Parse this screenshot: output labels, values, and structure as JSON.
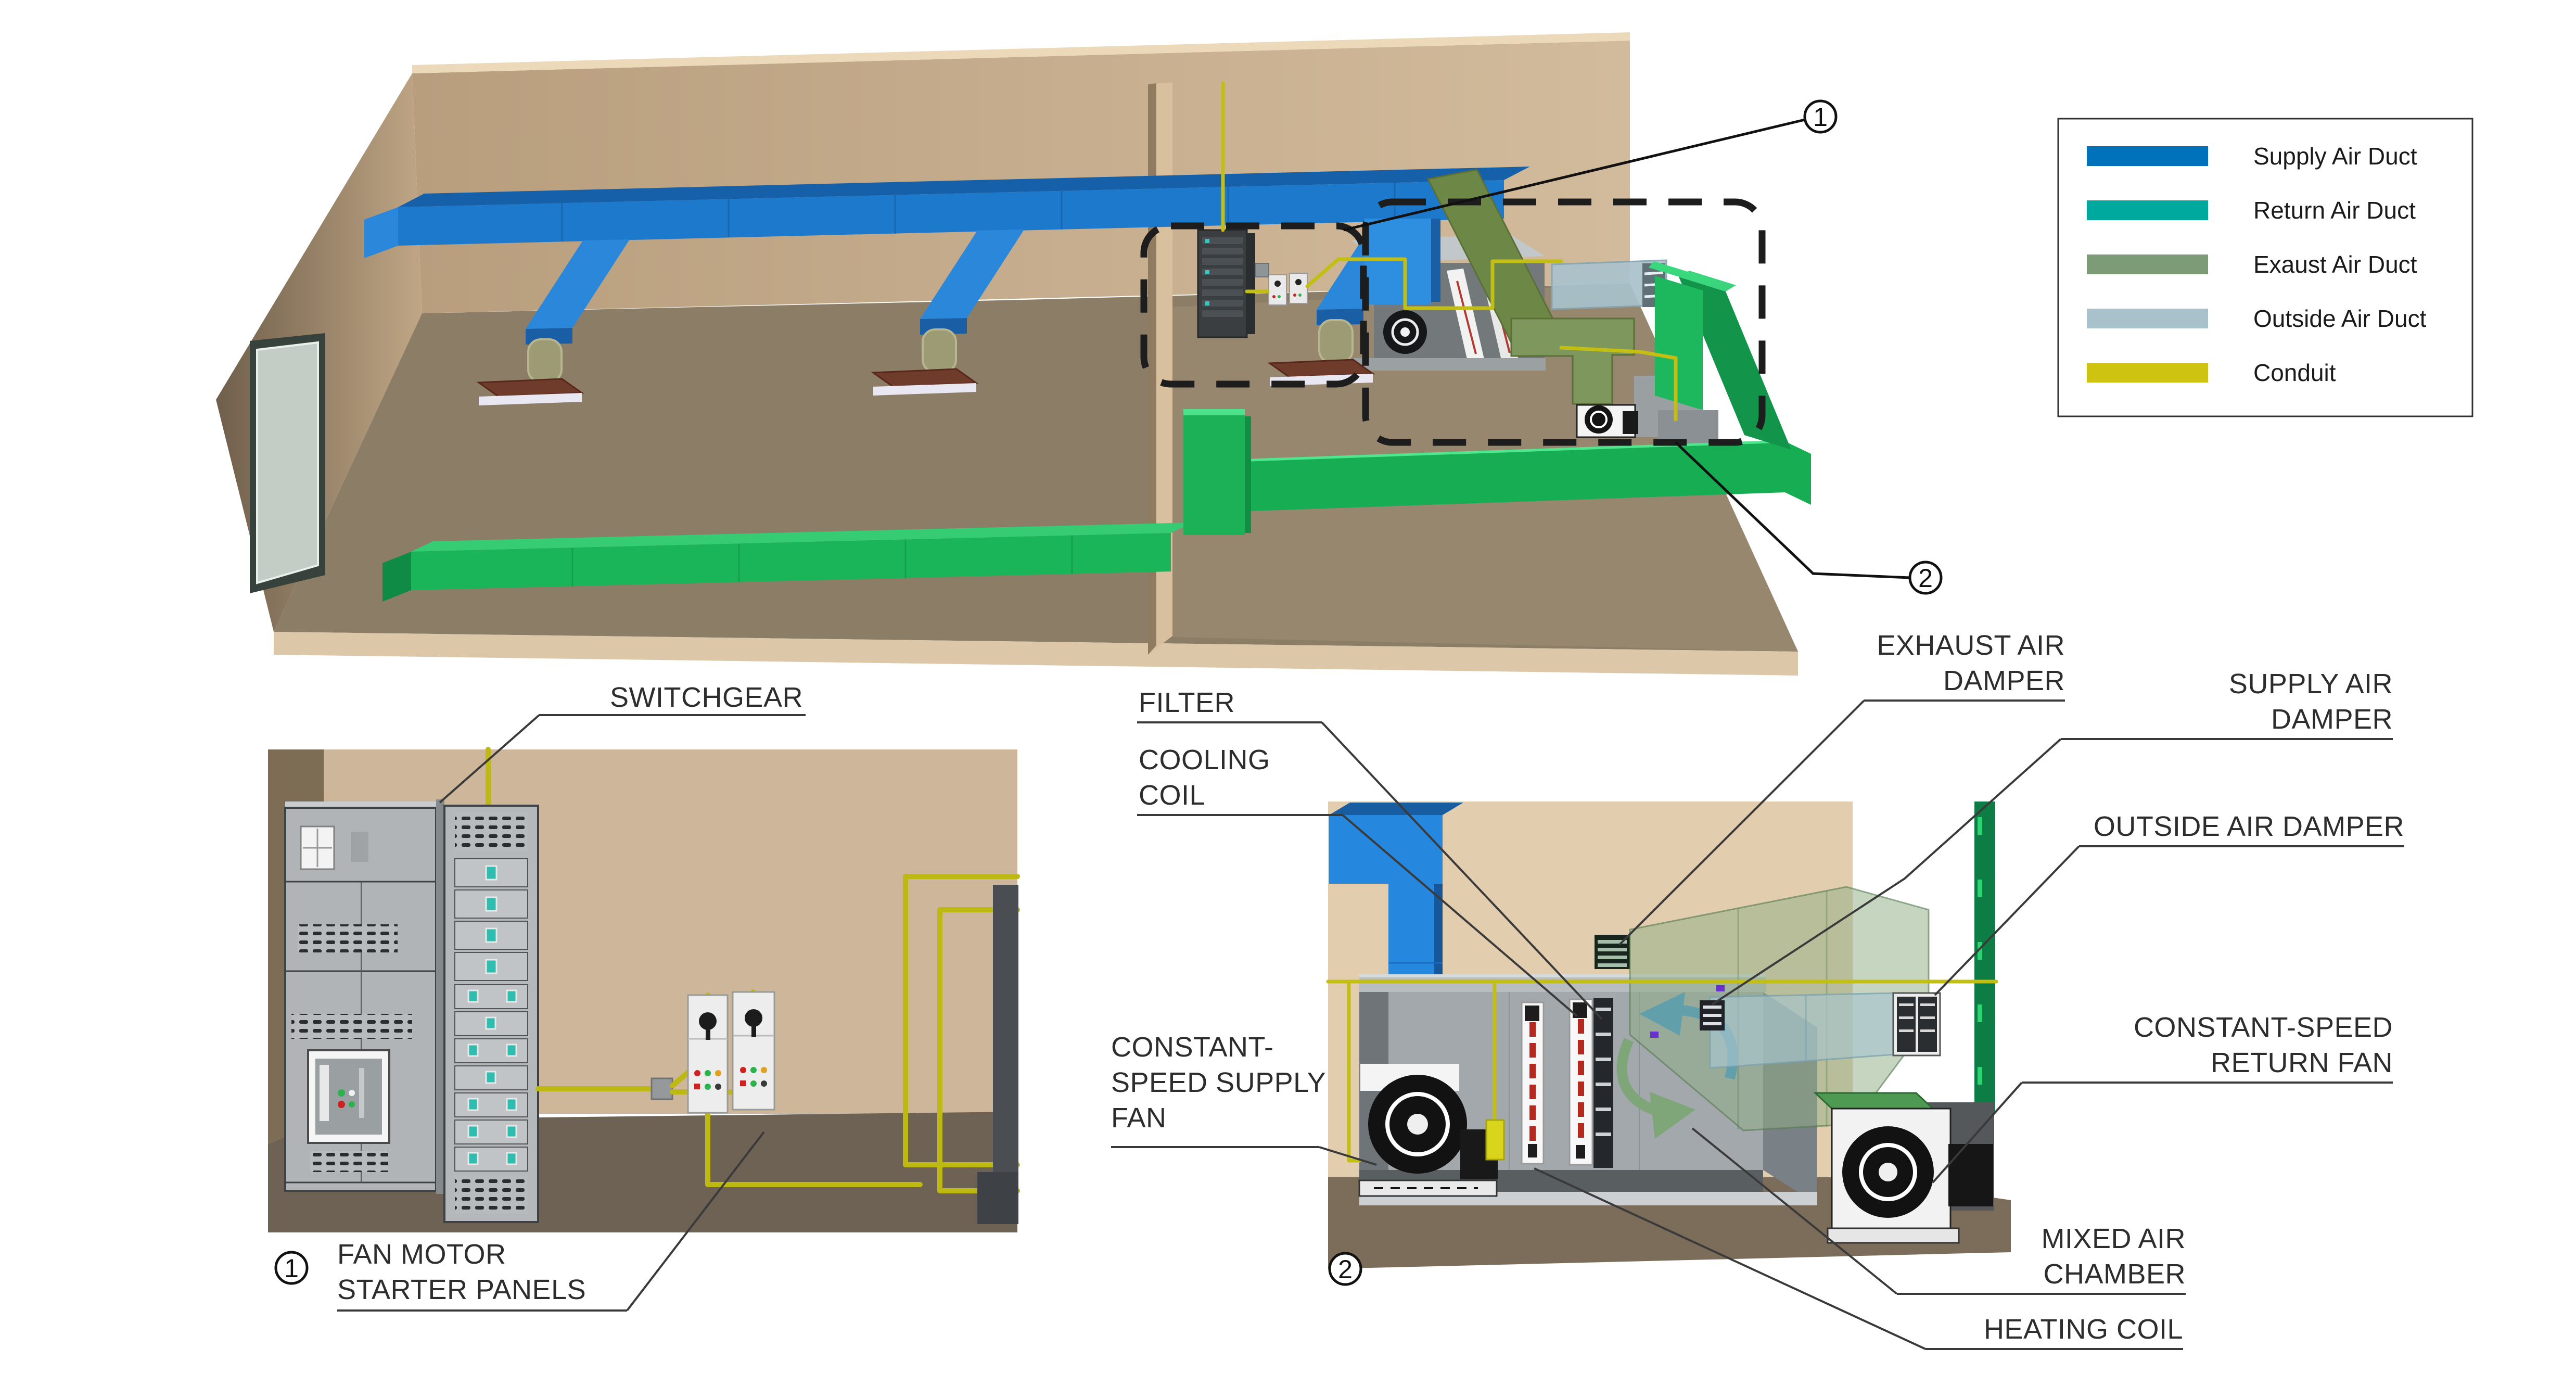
{
  "legend": {
    "items": [
      {
        "label": "Supply Air Duct",
        "color": "#0072bc"
      },
      {
        "label": "Return Air Duct",
        "color": "#00a99d"
      },
      {
        "label": "Exaust Air Duct",
        "color": "#7e9b78"
      },
      {
        "label": "Outside Air Duct",
        "color": "#a9c1cb"
      },
      {
        "label": "Conduit",
        "color": "#cfc312"
      }
    ]
  },
  "main_view": {
    "callout1": "1",
    "callout2": "2"
  },
  "detail1": {
    "callout": "1",
    "switchgear_label": "SWITCHGEAR",
    "fan_motor_label": {
      "line1": "FAN MOTOR",
      "line2": "STARTER PANELS"
    }
  },
  "detail2": {
    "callout": "2",
    "filter_label": "FILTER",
    "cooling_coil_label": {
      "line1": "COOLING",
      "line2": "COIL"
    },
    "supply_fan_label": {
      "line1": "CONSTANT-",
      "line2": "SPEED SUPPLY",
      "line3": "FAN"
    },
    "exhaust_air_damper_label": {
      "line1": "EXHAUST AIR",
      "line2": "DAMPER"
    },
    "supply_air_damper_label": {
      "line1": "SUPPLY AIR",
      "line2": "DAMPER"
    },
    "outside_air_damper_label": "OUTSIDE AIR DAMPER",
    "return_fan_label": {
      "line1": "CONSTANT-SPEED",
      "line2": "RETURN FAN"
    },
    "mixed_air_chamber_label": {
      "line1": "MIXED AIR",
      "line2": "CHAMBER"
    },
    "heating_coil_label": "HEATING COIL"
  },
  "colors": {
    "supply_duct": "#0072bc",
    "return_duct": "#00a99d",
    "exhaust_duct": "#7e9b78",
    "outside_duct": "#a9c1cb",
    "conduit": "#cfc312",
    "wall_tan": "#cdb596",
    "floor_brown": "#8a7b66",
    "scene_supply_blue": "#1d79cc",
    "scene_return_green": "#19b558"
  }
}
